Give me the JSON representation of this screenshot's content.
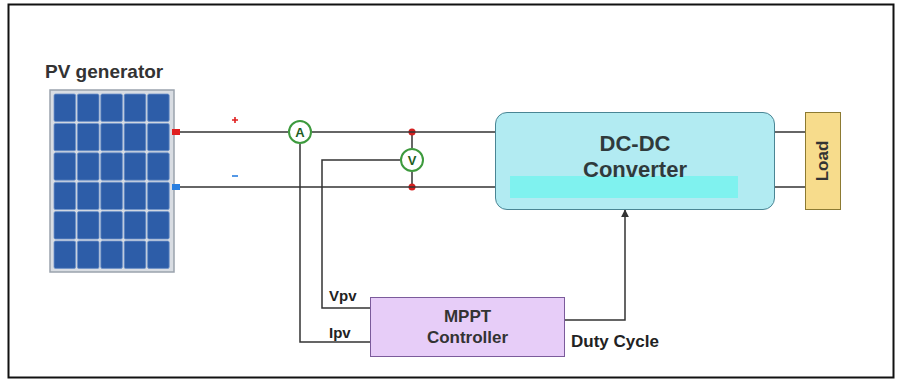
{
  "diagram": {
    "nodes": [
      {
        "text": [
          "PV generator"
        ]
      },
      {
        "text": [
          "A"
        ]
      },
      {
        "text": [
          "V"
        ]
      },
      {
        "text": [
          "DC-DC Converter"
        ]
      },
      {
        "text": [
          "Load"
        ]
      },
      {
        "text": [
          "MPPT Controller"
        ]
      }
    ],
    "edges": [
      {
        "from": 0,
        "to": 1,
        "arrow": "none"
      },
      {
        "from": 1,
        "to": 3,
        "arrow": "none"
      },
      {
        "from": 0,
        "to": 3,
        "arrow": "none"
      },
      {
        "from": 3,
        "to": 4,
        "arrow": "none"
      },
      {
        "from": 3,
        "to": 4,
        "arrow": "none"
      },
      {
        "from": 1,
        "to": 5,
        "label": "Ipv",
        "arrow": "none"
      },
      {
        "from": 2,
        "to": 5,
        "label": "Vpv",
        "arrow": "none"
      },
      {
        "from": 5,
        "to": 3,
        "label": "Duty Cycle",
        "arrow": "to"
      }
    ]
  }
}
